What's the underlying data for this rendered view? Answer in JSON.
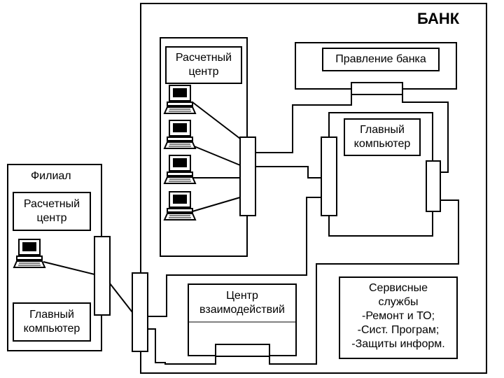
{
  "bank": {
    "title": "БАНК"
  },
  "branch": {
    "title": "Филиал",
    "calc_center": "Расчетный\nцентр",
    "main_computer": "Главный\nкомпьютер"
  },
  "bank_calc_center": {
    "label": "Расчетный\nцентр"
  },
  "board": {
    "label": "Правление банка"
  },
  "bank_main_computer": {
    "label": "Главный\nкомпьютер"
  },
  "interaction_center": {
    "label": "Центр\nвзаимодействий"
  },
  "services": {
    "label": "Сервисные\nслужбы\n-Ремонт и ТО;\n-Сист. Програм;\n-Защиты информ."
  }
}
